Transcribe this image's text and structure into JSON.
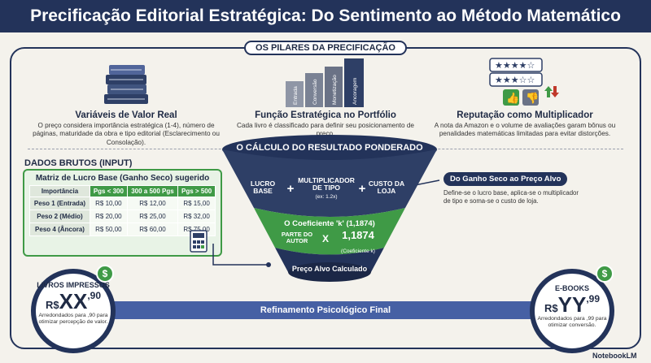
{
  "title": "Precificação Editorial Estratégica: Do Sentimento ao Método Matemático",
  "pillars_header": "OS PILARES DA PRECIFICAÇÃO",
  "pillars": [
    {
      "title": "Variáveis de Valor Real",
      "text": "O preço considera importância estratégica (1-4), número de páginas, maturidade da obra e tipo editorial (Esclarecimento ou Consolação)."
    },
    {
      "title": "Função Estratégica no Portfólio",
      "text": "Cada livro é classificado para definir seu posicionamento de preço.",
      "bars": [
        "Entrada",
        "Conversão",
        "Monetização",
        "Ancoragem"
      ]
    },
    {
      "title": "Reputação como Multiplicador",
      "text": "A nota da Amazon e o volume de avaliações garam bônus ou penalidades matemáticas limitadas para evitar distorções."
    }
  ],
  "raw": {
    "title": "DADOS BRUTOS (INPUT)",
    "matrix_title": "Matriz de Lucro Base (Ganho Seco) sugerido",
    "headers": [
      "Importância",
      "Pgs < 300",
      "300 a 500 Pgs",
      "Pgs > 500"
    ],
    "rows": [
      [
        "Peso 1 (Entrada)",
        "R$ 10,00",
        "R$ 12,00",
        "R$ 15,00"
      ],
      [
        "Peso 2 (Médio)",
        "R$ 20,00",
        "R$ 25,00",
        "R$ 32,00"
      ],
      [
        "Peso 4 (Âncora)",
        "R$ 50,00",
        "R$ 60,00",
        "R$ 75,00"
      ]
    ]
  },
  "funnel": {
    "title": "O CÁLCULO DO RESULTADO PONDERADO",
    "term1": "LUCRO BASE",
    "plus1": "+",
    "term2": "MULTIPLICADOR DE TIPO",
    "term2_note": "(ex: 1.2x)",
    "plus2": "+",
    "term3": "CUSTO DA LOJA",
    "coef_title": "O Coeficiente 'k' (1,1874)",
    "author_part": "PARTE DO AUTOR",
    "times": "X",
    "coef_value": "1,1874",
    "coef_note": "(Coeficiente k)",
    "result": "Preço Alvo Calculado"
  },
  "target": {
    "tag": "Do Ganho Seco ao Preço Alvo",
    "text": "Define-se o lucro base, aplica-se o multiplicador de tipo e soma-se o custo de loja."
  },
  "refine": "Refinamento Psicológico Final",
  "printed": {
    "label": "LIVROS IMPRESSOS",
    "currency": "R$",
    "big": "XX",
    "cents": ",90",
    "note": "Arredondados para ,90 para otimizar percepção de valor."
  },
  "ebooks": {
    "label": "E-BOOKS",
    "currency": "R$",
    "big": "YY",
    "cents": ",99",
    "note": "Arredondados para ,99 para otimizar conversão."
  },
  "money_symbol": "$",
  "brand": "NotebookLM",
  "colors": {
    "navy": "#23335a",
    "green": "#3f9a46",
    "blue": "#4660a4",
    "bg": "#f4f2ec"
  }
}
